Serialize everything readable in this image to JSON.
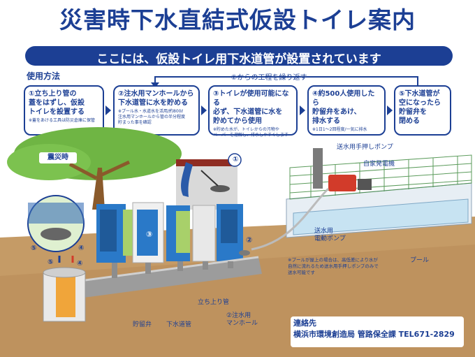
{
  "title": "災害時下水直結式仮設トイレ案内",
  "subtitle": "ここには、仮設トイレ用下水道管が設置されています",
  "usage_heading": "使用方法",
  "repeat_note": "②からの工程を繰り返す",
  "steps": [
    {
      "text": "①立ち上り管の\n蓋をはずし、仮設\nトイレを設置する",
      "note": "※蓋をあける工具は防災倉庫に保管"
    },
    {
      "text": "②注水用マンホールから\n下水道管に水を貯める",
      "note": "※プール水・水道水を活用/約800ℓ\n注水用マンホールから管の半分程度\n貯まった事を確認"
    },
    {
      "text": "③トイレが使用可能になる\n必ず、下水道管に水を\n貯めてから使用",
      "note": "※貯めた水が、トイレからの汚物や\nペーパーを溜解し、排水しやすくします"
    },
    {
      "text": "④約500人使用したら\n貯留弁をあけ、\n排水する",
      "note": "※1日1〜2回程度/一気に排水"
    },
    {
      "text": "⑤下水道管が\n空になったら\n貯留弁を\n閉める",
      "note": ""
    }
  ],
  "scene": {
    "earthquake": "震災時",
    "hand_pump": "送水用手押しポンプ",
    "generator": "自家発電機",
    "electric_pump": "送水用\n電動ポンプ",
    "pool": "プール",
    "riser": "立ち上り管",
    "sewer_pipe": "下水道管",
    "storage_valve": "貯留弁",
    "inlet_manhole": "②注水用\nマンホール",
    "note": "※プールが屋上の場合は、高低差により水が\n自然に流れるため送水用手押しポンプのみで\n送水可能です",
    "markers": [
      "①",
      "②",
      "③",
      "④",
      "⑤"
    ]
  },
  "contact": {
    "title": "連絡先",
    "body": "横浜市環境創造局 管路保全課 TEL671-2829"
  },
  "colors": {
    "accent": "#1c3f94",
    "toilet": "#2a79c8",
    "ground": "#c59b66",
    "tree": "#6fb544",
    "pool": "#c7e3f2"
  }
}
